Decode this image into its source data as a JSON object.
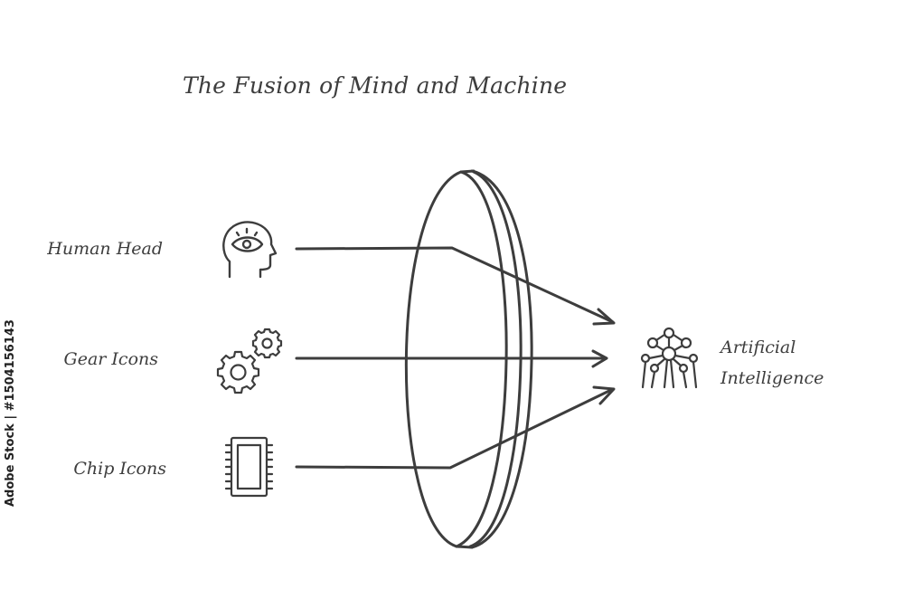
{
  "title": "The Fusion of Mind and Machine",
  "inputs": [
    {
      "label": "Human Head",
      "icon": "human-head-eye-icon"
    },
    {
      "label": "Gear Icons",
      "icon": "gears-icon"
    },
    {
      "label": "Chip Icons",
      "icon": "chip-icon"
    }
  ],
  "output": {
    "label_line1": "Artificial",
    "label_line2": "Intelligence",
    "icon": "ai-network-icon"
  },
  "stock_id": "Adobe Stock | #1504156143",
  "colors": {
    "stroke": "#3d3d3d",
    "text": "#3d3d3d",
    "background": "#ffffff"
  }
}
